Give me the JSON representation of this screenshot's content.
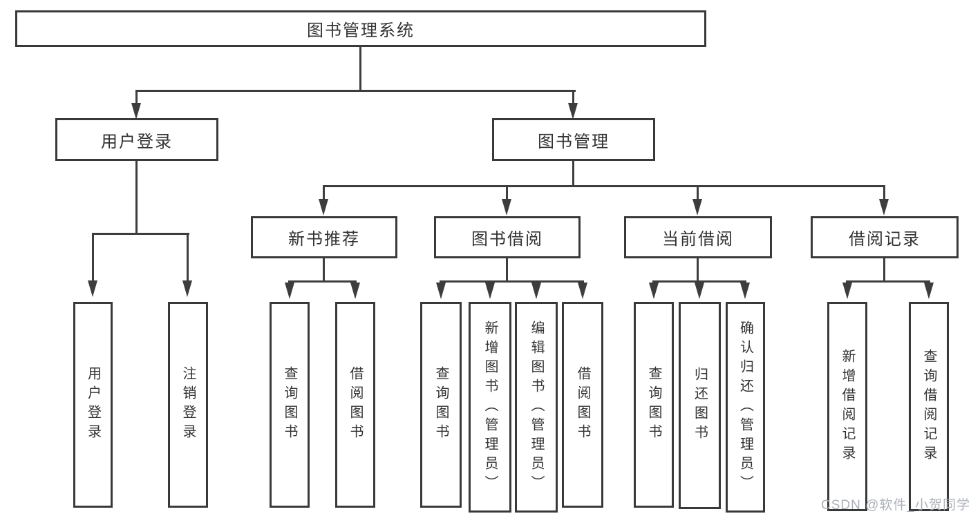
{
  "diagram_type": "hierarchy-tree",
  "nodes": {
    "root": "图书管理系统",
    "level2": {
      "user_login": "用户登录",
      "book_management": "图书管理"
    },
    "level3": {
      "new_book_recommend": "新书推荐",
      "book_borrow": "图书借阅",
      "current_borrow": "当前借阅",
      "borrow_records": "借阅记录"
    },
    "leaves": {
      "user_login_group": [
        "用户登录",
        "注销登录"
      ],
      "new_book_group": [
        "查询图书",
        "借阅图书"
      ],
      "book_borrow_group": [
        "查询图书",
        "新增图书（管理员）",
        "编辑图书（管理员）",
        "借阅图书"
      ],
      "current_borrow_group": [
        "查询图书",
        "归还图书",
        "确认归还（管理员）"
      ],
      "borrow_records_group": [
        "新增借阅记录",
        "查询借阅记录"
      ]
    }
  },
  "watermark": "CSDN @软件_小贺同学",
  "colors": {
    "line": "#3d3d3d",
    "border": "#393939",
    "text": "#333333",
    "background": "#ffffff",
    "watermark": "#a8adb5"
  }
}
